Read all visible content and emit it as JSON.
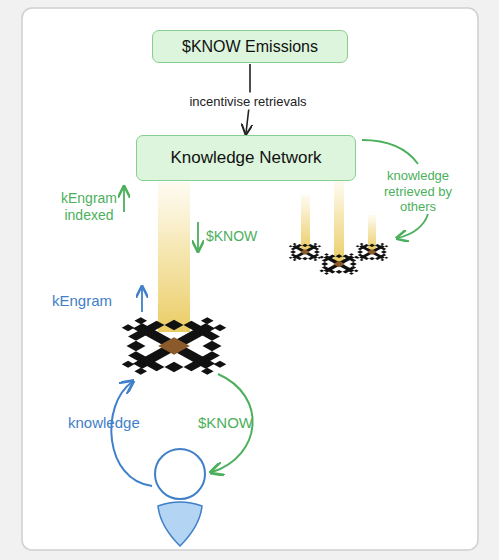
{
  "diagram": {
    "nodes": [
      {
        "text": [
          "$KNOW Emissions"
        ]
      },
      {
        "text": [
          "Knowledge Network"
        ]
      }
    ],
    "edges": [
      {
        "from": 0,
        "to": 1,
        "label": "incentivise retrievals",
        "arrow": "to"
      }
    ],
    "labels": [
      "kEngram indexed",
      "$KNOW",
      "kEngram",
      "knowledge",
      "$KNOW",
      "knowledge retrieved by others"
    ]
  }
}
